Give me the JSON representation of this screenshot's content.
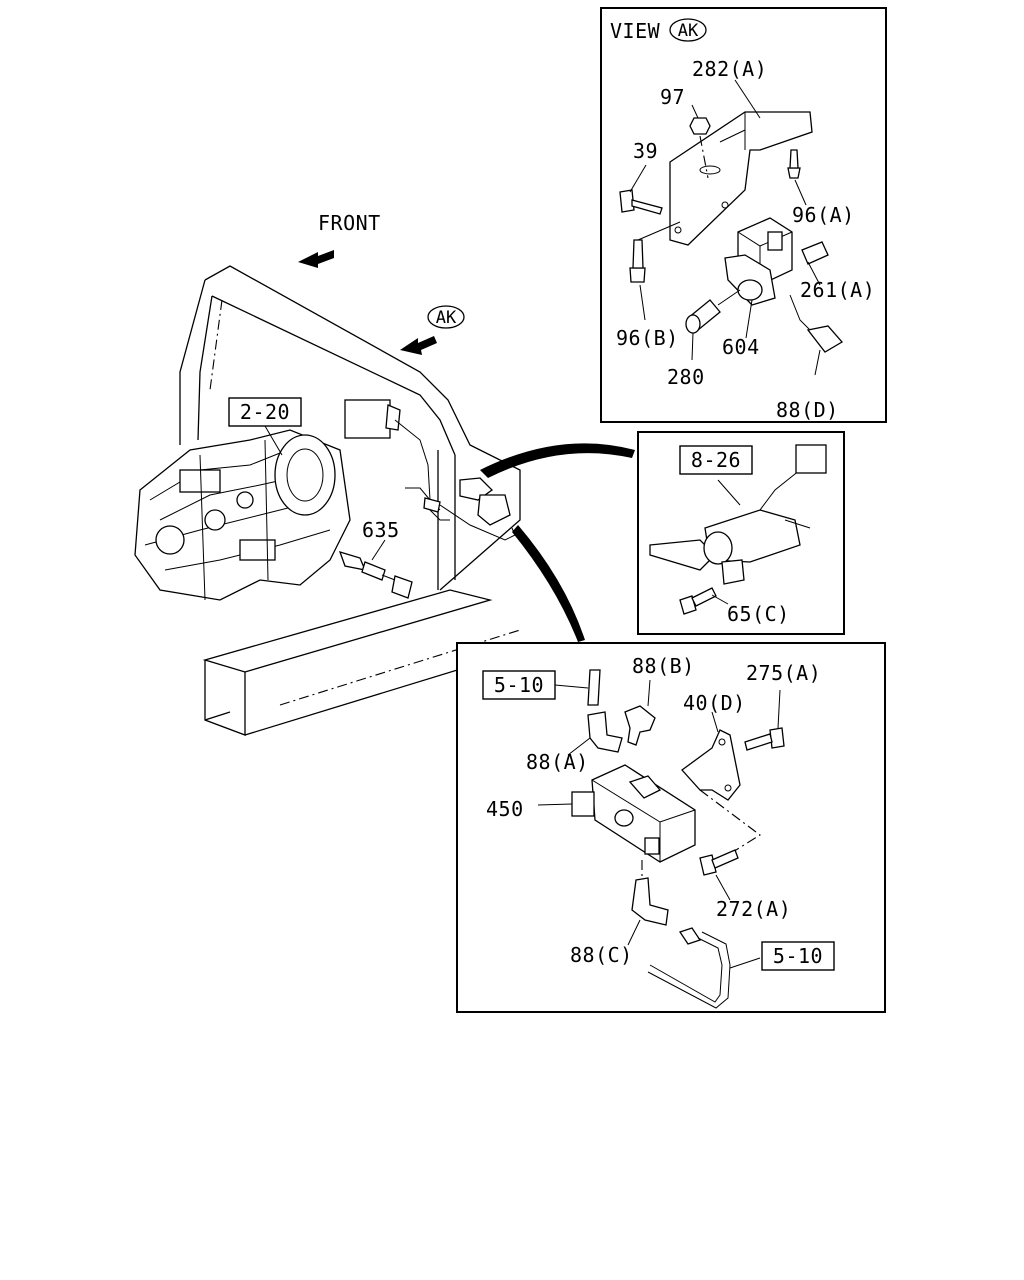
{
  "labels": {
    "view": "VIEW",
    "view_ak": "AK",
    "front": "FRONT",
    "arrow_ak": "AK",
    "ref_2_20": "2-20",
    "ref_8_26": "8-26",
    "ref_5_10_a": "5-10",
    "ref_5_10_b": "5-10",
    "p282a": "282(A)",
    "p97": "97",
    "p39": "39",
    "p96a": "96(A)",
    "p261a": "261(A)",
    "p96b": "96(B)",
    "p604": "604",
    "p280": "280",
    "p88d": "88(D)",
    "p635": "635",
    "p65c": "65(C)",
    "p88b": "88(B)",
    "p275a": "275(A)",
    "p40d": "40(D)",
    "p88a": "88(A)",
    "p450": "450",
    "p272a": "272(A)",
    "p88c": "88(C)"
  }
}
